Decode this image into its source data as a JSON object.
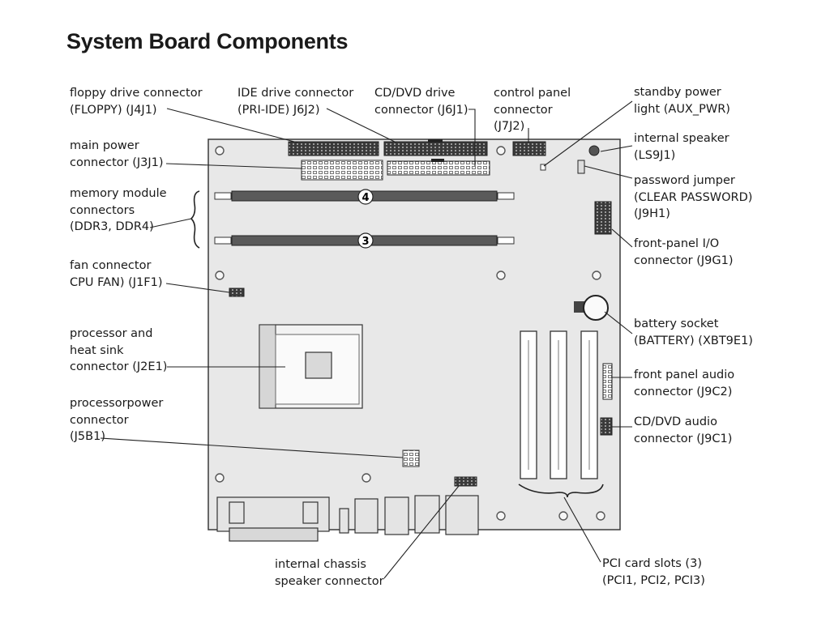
{
  "page": {
    "title": "System Board Components"
  },
  "labels": {
    "floppy": [
      "floppy drive connector",
      "(FLOPPY) (J4J1)"
    ],
    "ide": [
      "IDE drive connector",
      "(PRI-IDE) J6J2)"
    ],
    "cddvd": [
      "CD/DVD drive",
      "connector (J6J1)"
    ],
    "control_panel": [
      "control panel",
      "connector",
      "(J7J2)"
    ],
    "standby": [
      "standby power",
      "light (AUX_PWR)"
    ],
    "speaker": [
      "internal speaker",
      "(LS9J1)"
    ],
    "main_power": [
      "main power",
      "connector (J3J1)"
    ],
    "password": [
      "password jumper",
      "(CLEAR PASSWORD)",
      "(J9H1)"
    ],
    "memory": [
      "memory module",
      "connectors",
      "(DDR3, DDR4)"
    ],
    "front_io": [
      "front-panel I/O",
      "connector (J9G1)"
    ],
    "fan": [
      "fan connector",
      "CPU FAN) (J1F1)"
    ],
    "processor": [
      "processor and",
      "heat sink",
      "connector (J2E1)"
    ],
    "battery": [
      "battery socket",
      "(BATTERY) (XBT9E1)"
    ],
    "front_audio": [
      "front panel audio",
      "connector (J9C2)"
    ],
    "cd_audio": [
      "CD/DVD audio",
      "connector (J9C1)"
    ],
    "proc_power": [
      "processorpower",
      "connector",
      "(J5B1)"
    ],
    "chassis_speaker": [
      "internal chassis",
      "speaker connector"
    ],
    "pci": [
      "PCI card slots (3)",
      "(PCI1, PCI2, PCI3)"
    ]
  },
  "board": {
    "dimm_slot_numbers": [
      "4",
      "3"
    ]
  }
}
